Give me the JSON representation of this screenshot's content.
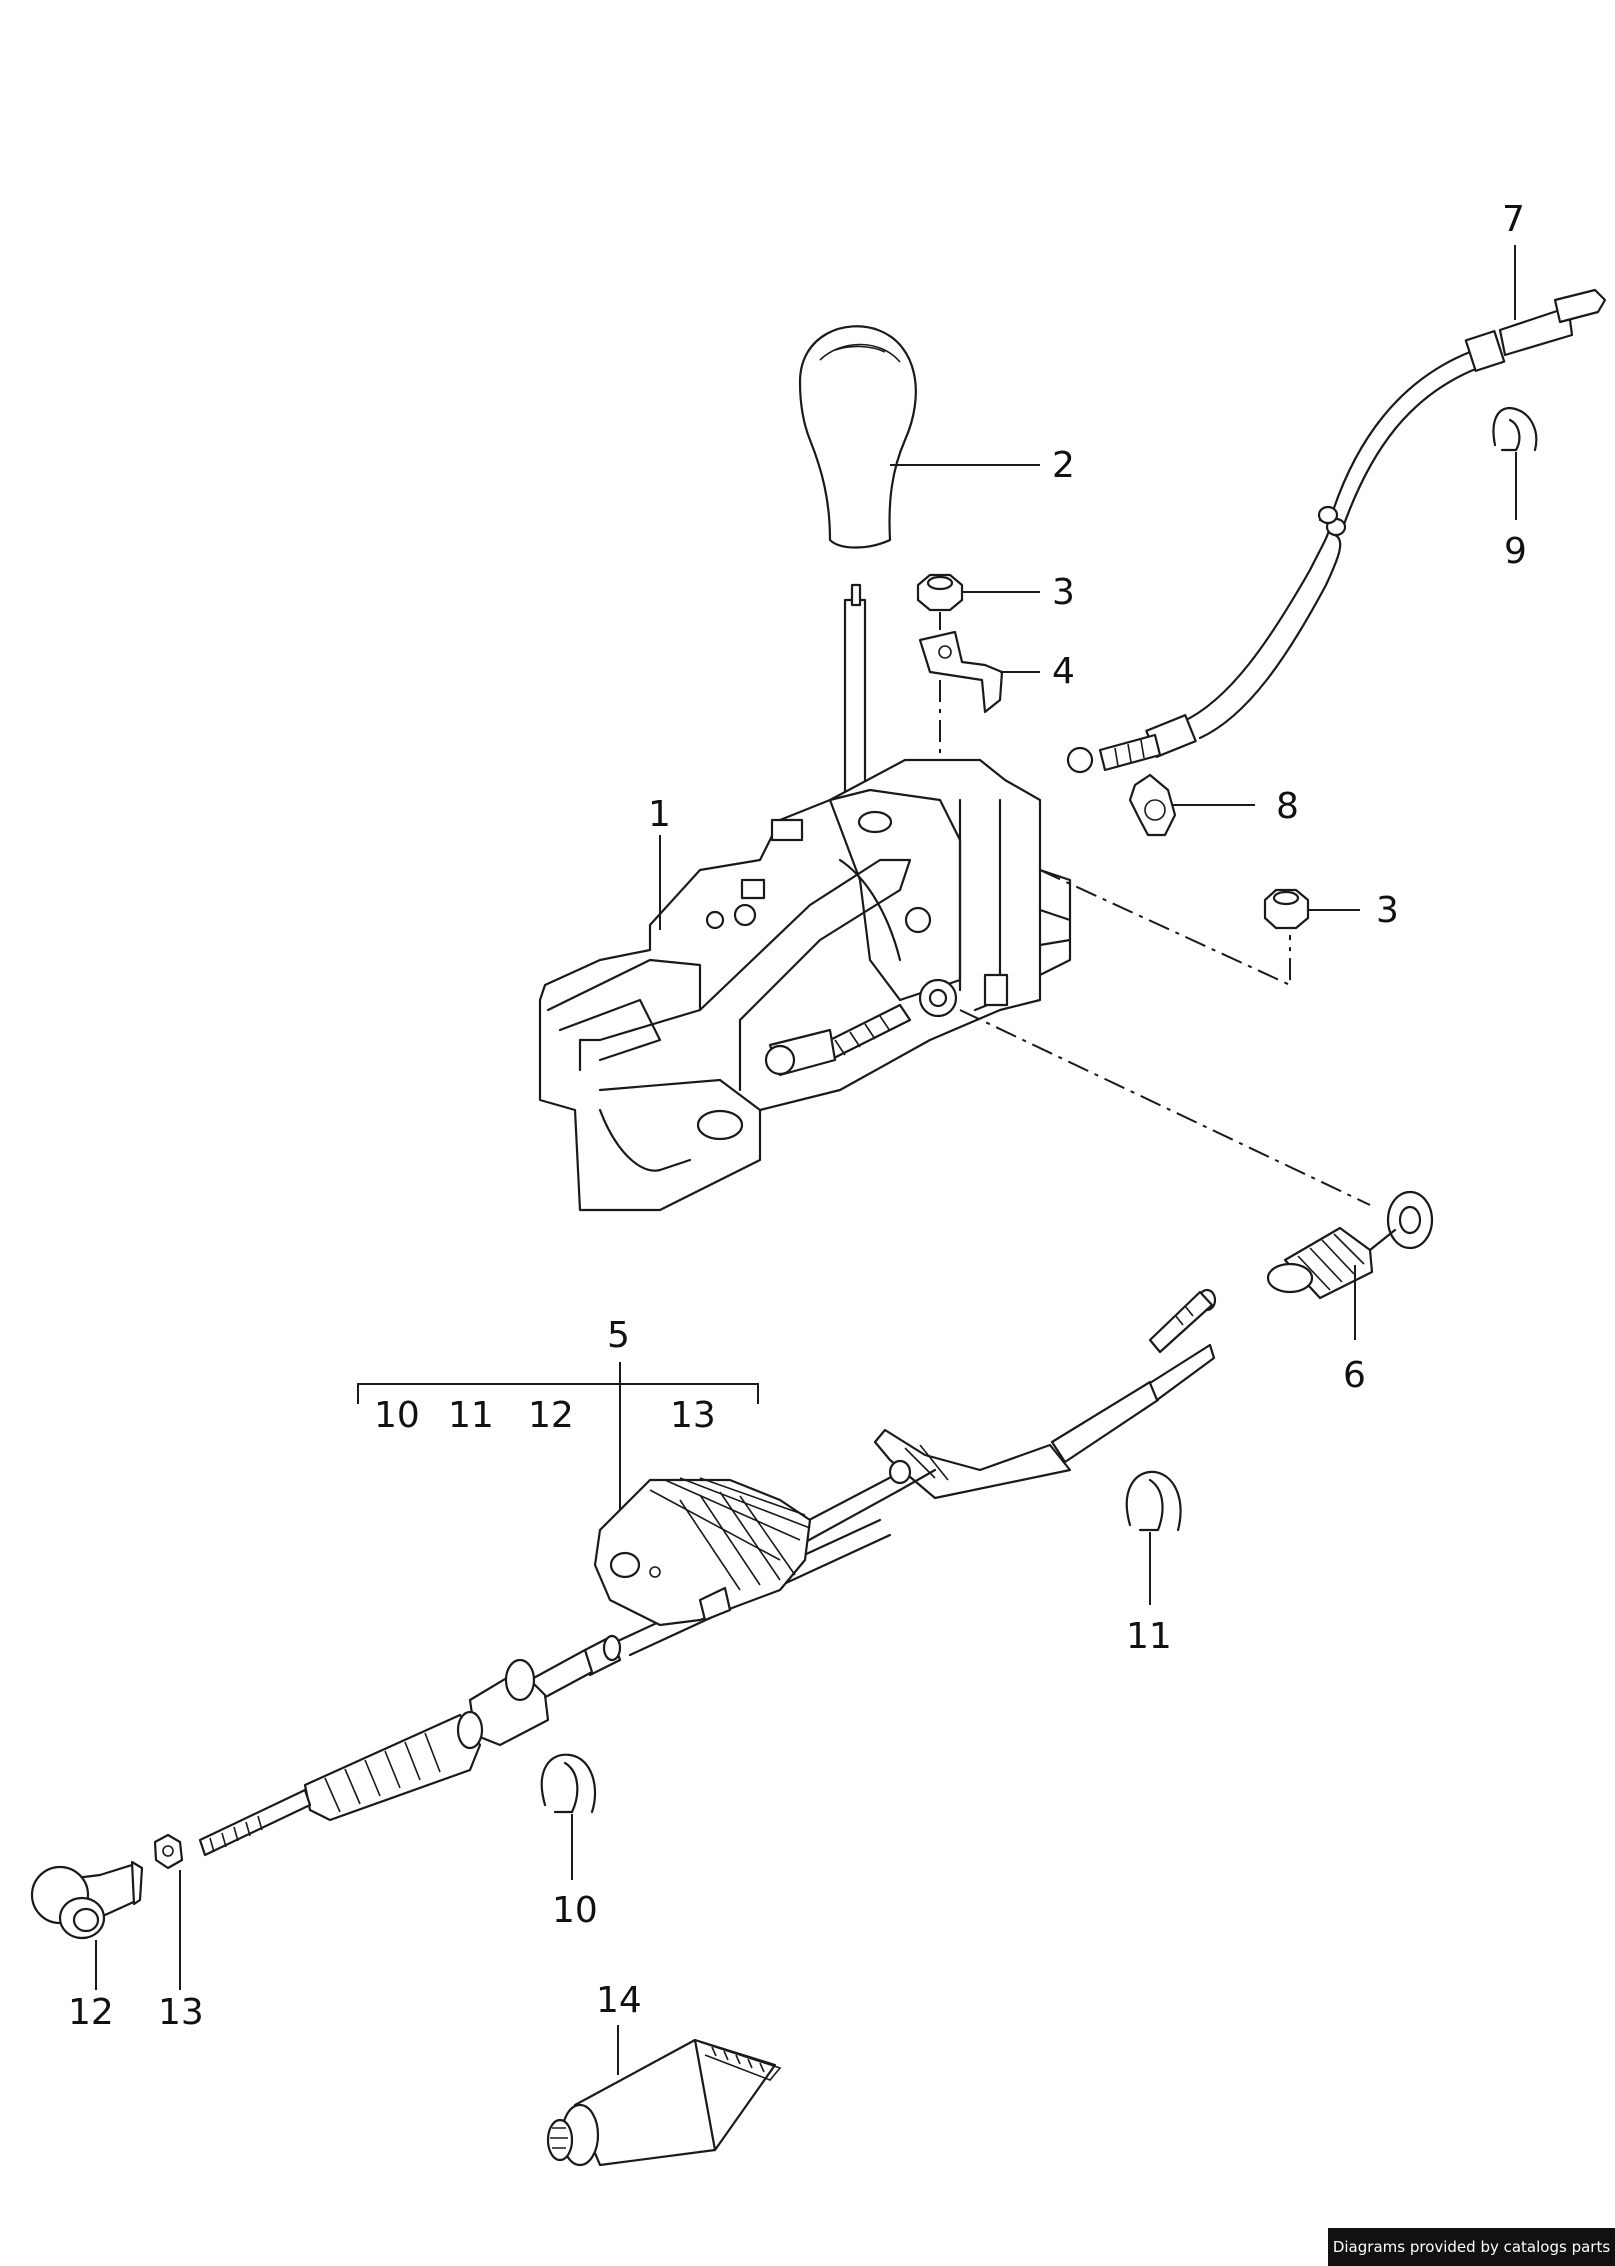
{
  "callouts": {
    "c1": "1",
    "c2": "2",
    "c3a": "3",
    "c3b": "3",
    "c4": "4",
    "c5": "5",
    "c6": "6",
    "c7": "7",
    "c8": "8",
    "c9": "9",
    "c10": "10",
    "c11": "11",
    "c12": "12",
    "c13": "13",
    "c14": "14"
  },
  "kit_5_contents": [
    "10",
    "11",
    "12",
    "13"
  ],
  "credit": "Diagrams provided by catalogs parts"
}
